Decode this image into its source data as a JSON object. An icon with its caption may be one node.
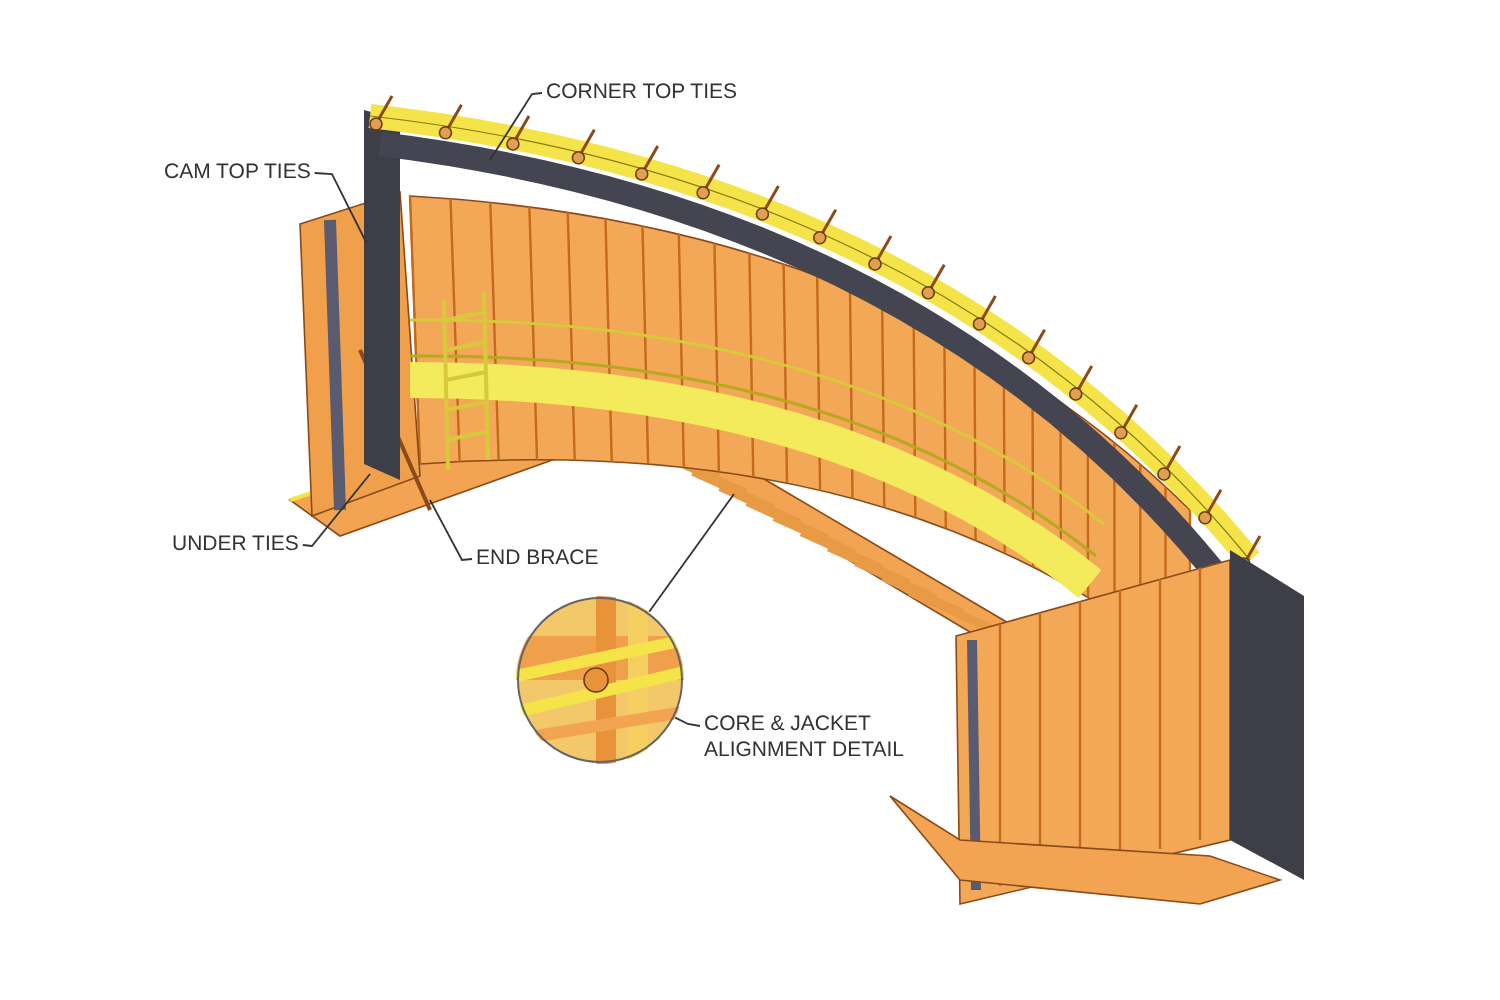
{
  "diagram": {
    "nodes": [
      {
        "text": [
          "CORNER TOP TIES"
        ]
      },
      {
        "text": [
          "CAM TOP TIES"
        ]
      },
      {
        "text": [
          "UNDER TIES"
        ]
      },
      {
        "text": [
          "END BRACE"
        ]
      },
      {
        "text": [
          "CORE & JACKET ALIGNMENT DETAIL"
        ]
      },
      {
        "text": [],
        "shape": "picture"
      }
    ],
    "edges": [
      {
        "from": 0,
        "to": null,
        "arrow": "none"
      },
      {
        "from": 1,
        "to": null,
        "arrow": "none"
      },
      {
        "from": 2,
        "to": null,
        "arrow": "none"
      },
      {
        "from": 3,
        "to": null,
        "arrow": "none"
      },
      {
        "from": 4,
        "to": 5,
        "arrow": "none"
      },
      {
        "from": 5,
        "to": null,
        "arrow": "none"
      }
    ]
  }
}
